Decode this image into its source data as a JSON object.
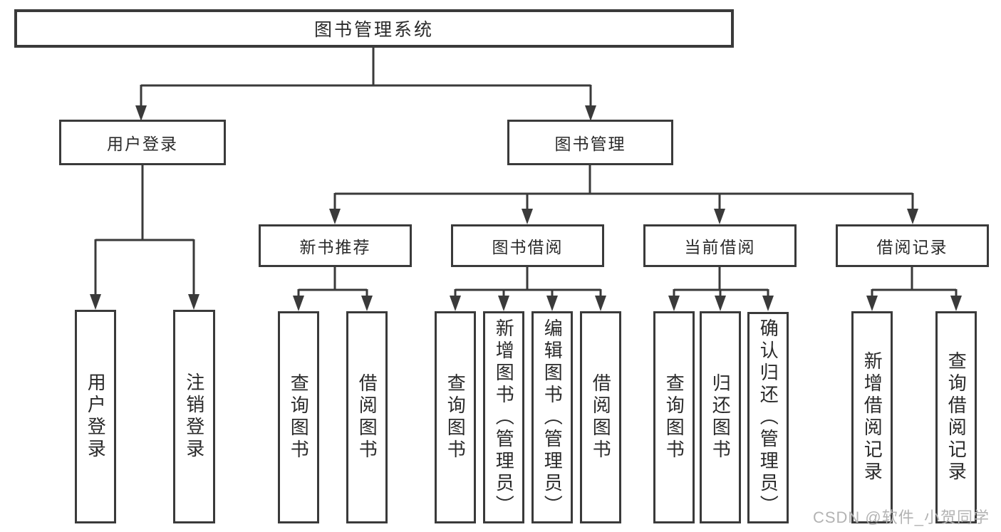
{
  "tree": {
    "root": "图书管理系统",
    "children": [
      {
        "label": "用户登录",
        "children": [
          "用户登录",
          "注销登录"
        ]
      },
      {
        "label": "图书管理",
        "children": [
          {
            "label": "新书推荐",
            "children": [
              "查询图书",
              "借阅图书"
            ]
          },
          {
            "label": "图书借阅",
            "children": [
              "查询图书",
              "新增图书（管理员）",
              "编辑图书（管理员）",
              "借阅图书"
            ]
          },
          {
            "label": "当前借阅",
            "children": [
              "查询图书",
              "归还图书",
              "确认归还（管理员）"
            ]
          },
          {
            "label": "借阅记录",
            "children": [
              "新增借阅记录",
              "查询借阅记录"
            ]
          }
        ]
      }
    ]
  },
  "watermark": {
    "text": "CSDN @软件_小贺同学"
  },
  "colors": {
    "line": "#3a3a3a",
    "text": "#2a2a2a",
    "watermark": "#b3b3b3",
    "background": "#ffffff"
  }
}
